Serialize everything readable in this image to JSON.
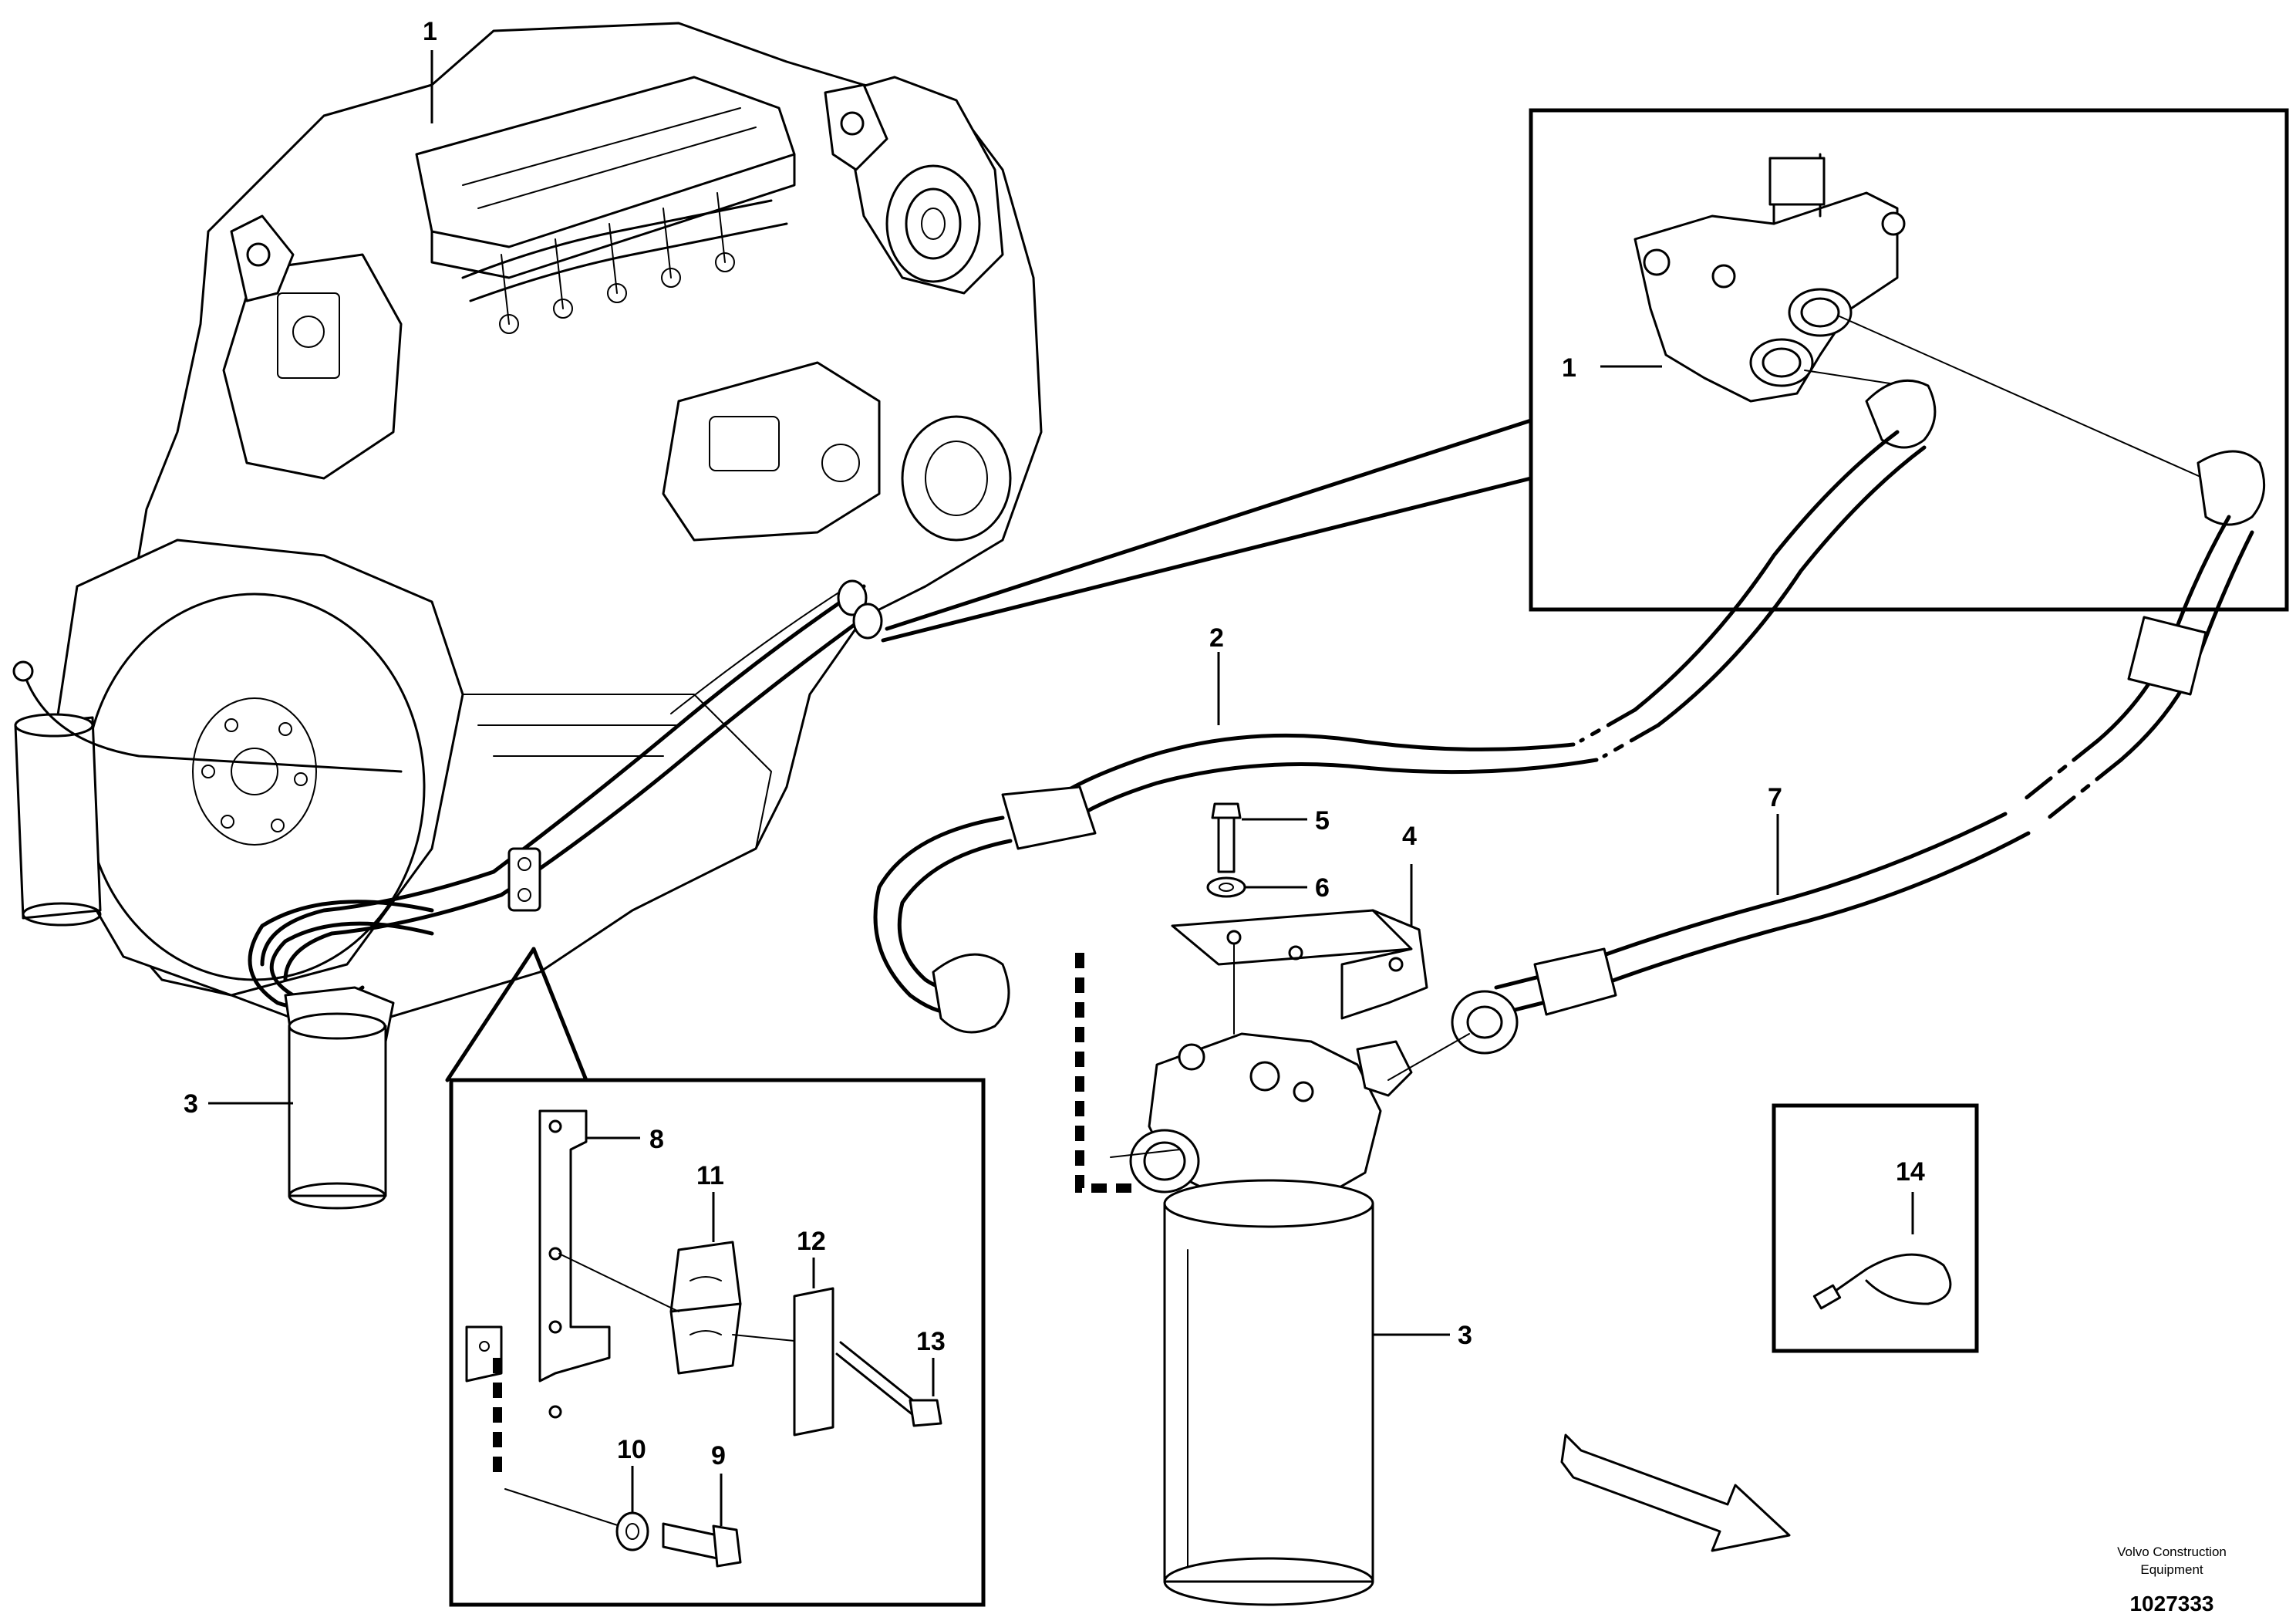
{
  "callouts": {
    "engine_1": "1",
    "detail_1": "1",
    "hose_2": "2",
    "filter_3_left": "3",
    "filter_3_right": "3",
    "bracket_4": "4",
    "screw_5": "5",
    "washer_6": "6",
    "hose_7": "7",
    "bracket_8": "8",
    "screw_9": "9",
    "washer_10": "10",
    "clamp_11": "11",
    "plate_12": "12",
    "screw_13": "13",
    "cable_tie_14": "14"
  },
  "footer": {
    "credit_line1": "Volvo Construction",
    "credit_line2": "Equipment",
    "document_number": "1027333"
  }
}
